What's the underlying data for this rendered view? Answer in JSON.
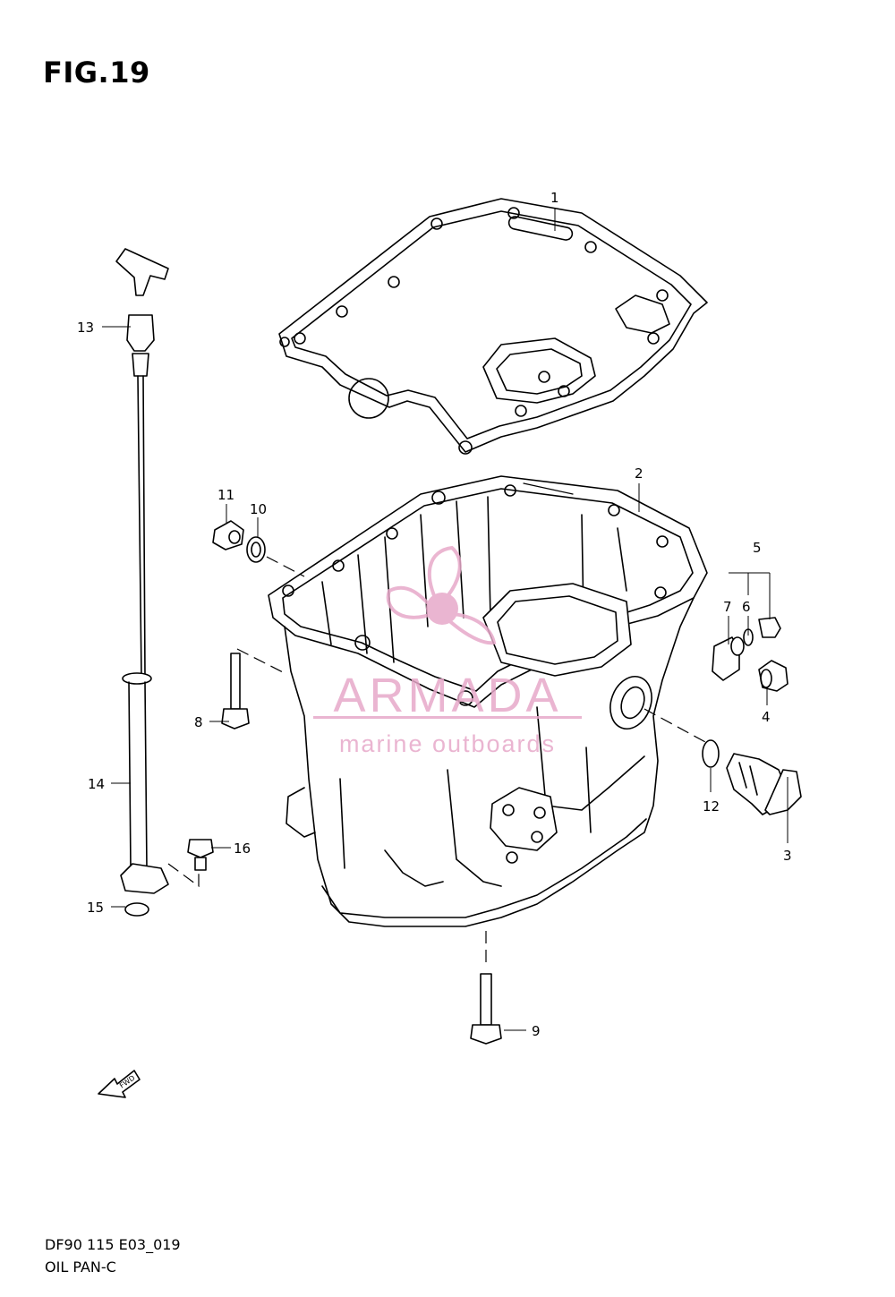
{
  "figure": {
    "title": "FIG.19",
    "code": "DF90 115 E03_019",
    "name": "OIL PAN-C"
  },
  "watermark": {
    "brand": "ARMADA",
    "tagline": "marine outboards",
    "color": "#e7a9c9"
  },
  "fwd_label": "FWD",
  "callouts": [
    {
      "id": "c1",
      "label": "1"
    },
    {
      "id": "c2",
      "label": "2"
    },
    {
      "id": "c3",
      "label": "3"
    },
    {
      "id": "c4",
      "label": "4"
    },
    {
      "id": "c5",
      "label": "5"
    },
    {
      "id": "c6",
      "label": "6"
    },
    {
      "id": "c7",
      "label": "7"
    },
    {
      "id": "c8",
      "label": "8"
    },
    {
      "id": "c9",
      "label": "9"
    },
    {
      "id": "c10",
      "label": "10"
    },
    {
      "id": "c11",
      "label": "11"
    },
    {
      "id": "c12",
      "label": "12"
    },
    {
      "id": "c13",
      "label": "13"
    },
    {
      "id": "c14",
      "label": "14"
    },
    {
      "id": "c15",
      "label": "15"
    },
    {
      "id": "c16",
      "label": "16"
    }
  ]
}
